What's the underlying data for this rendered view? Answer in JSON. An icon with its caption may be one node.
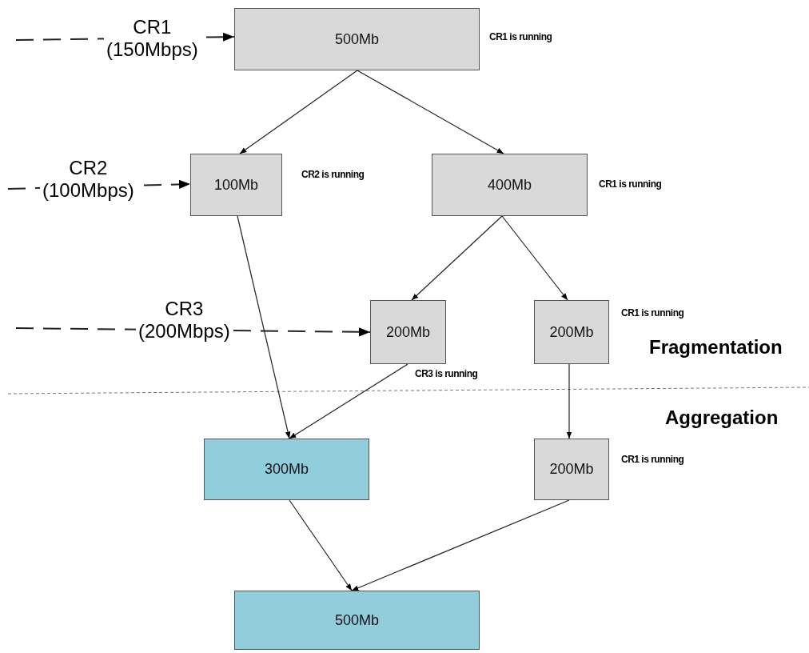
{
  "diagram": {
    "nodes": [
      {
        "text": [
          "500Mb"
        ],
        "beside": [
          "CR1 is running"
        ]
      },
      {
        "text": [
          "100Mb"
        ],
        "beside": [
          "CR2 is running"
        ]
      },
      {
        "text": [
          "400Mb"
        ],
        "beside": [
          "CR1 is running"
        ]
      },
      {
        "text": [
          "200Mb"
        ],
        "beside": [
          "CR3 is running"
        ]
      },
      {
        "text": [
          "200Mb"
        ],
        "beside": [
          "CR1 is running"
        ]
      },
      {
        "text": [
          "300Mb"
        ]
      },
      {
        "text": [
          "200Mb"
        ],
        "beside": [
          "CR1 is running"
        ]
      },
      {
        "text": [
          "500Mb"
        ]
      }
    ],
    "edges": [
      {
        "from": null,
        "to": 0,
        "arrow": "to",
        "style": "dashed",
        "label": "CR1 (150Mbps)"
      },
      {
        "from": 0,
        "to": 1,
        "arrow": "to"
      },
      {
        "from": 0,
        "to": 2,
        "arrow": "to"
      },
      {
        "from": null,
        "to": 1,
        "arrow": "to",
        "style": "dashed",
        "label": "CR2 (100Mbps)"
      },
      {
        "from": 2,
        "to": 3,
        "arrow": "to"
      },
      {
        "from": 2,
        "to": 4,
        "arrow": "to"
      },
      {
        "from": null,
        "to": 3,
        "arrow": "to",
        "style": "dashed",
        "label": "CR3 (200Mbps)"
      },
      {
        "from": 1,
        "to": 5,
        "arrow": "to"
      },
      {
        "from": 3,
        "to": 5,
        "arrow": "to"
      },
      {
        "from": 4,
        "to": 6,
        "arrow": "to"
      },
      {
        "from": 5,
        "to": 7,
        "arrow": "to"
      },
      {
        "from": 6,
        "to": 7,
        "arrow": "to"
      }
    ],
    "labels": [
      "Fragmentation",
      "Aggregation"
    ]
  }
}
